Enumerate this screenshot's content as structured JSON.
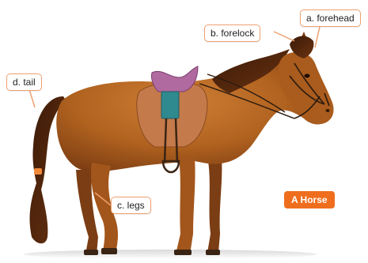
{
  "labels": {
    "forehead": "a. forehead",
    "forelock": "b. forelock",
    "tail": "d. tail",
    "legs": "c. legs"
  },
  "title": "A Horse",
  "colors": {
    "callout_border": "#f0a070",
    "leader_line": "#f0a070",
    "badge": "#ef6e1e",
    "horse_coat": "#b0621f",
    "horse_dark": "#5a2a0c",
    "saddle_leather": "#c47a4a",
    "saddle_seat": "#b06aa0",
    "saddle_cloth": "#2f8a8f"
  },
  "icons": {
    "horse": "horse-illustration",
    "saddle": "saddle"
  }
}
